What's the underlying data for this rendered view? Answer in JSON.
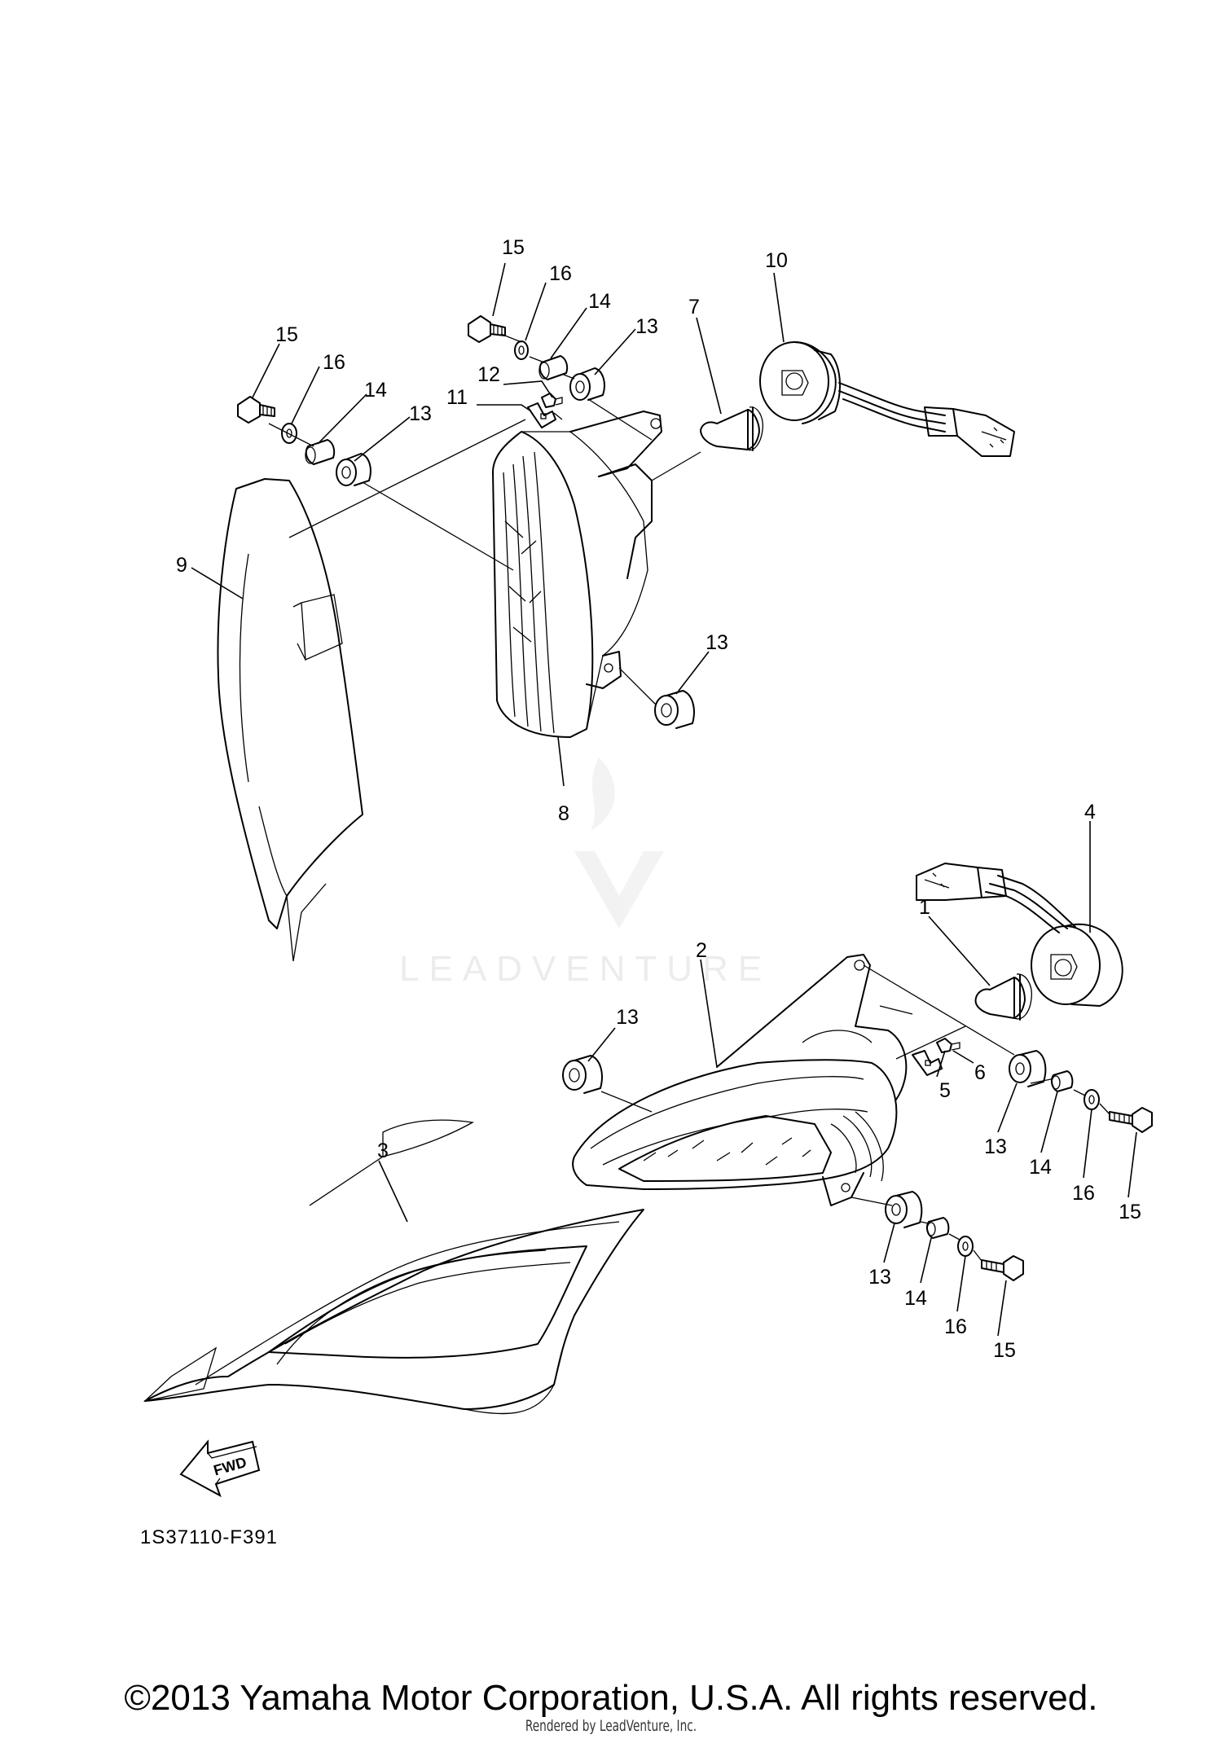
{
  "callouts": {
    "c1": "1",
    "c2": "2",
    "c3": "3",
    "c4": "4",
    "c5": "5",
    "c6": "6",
    "c7": "7",
    "c8": "8",
    "c9": "9",
    "c10": "10",
    "c11": "11",
    "c12": "12",
    "c13a": "13",
    "c13b": "13",
    "c13c": "13",
    "c13d": "13",
    "c13e": "13",
    "c13f": "13",
    "c14a": "14",
    "c14b": "14",
    "c14c": "14",
    "c14d": "14",
    "c15a": "15",
    "c15b": "15",
    "c15c": "15",
    "c15d": "15",
    "c16a": "16",
    "c16b": "16",
    "c16c": "16",
    "c16d": "16"
  },
  "fwd_label": "FWD",
  "diagram_code": "1S37110-F391",
  "watermark": "LEADVENTURE",
  "copyright": "©2013 Yamaha Motor Corporation, U.S.A. All rights reserved.",
  "rendered_by": "Rendered by LeadVenture, Inc."
}
